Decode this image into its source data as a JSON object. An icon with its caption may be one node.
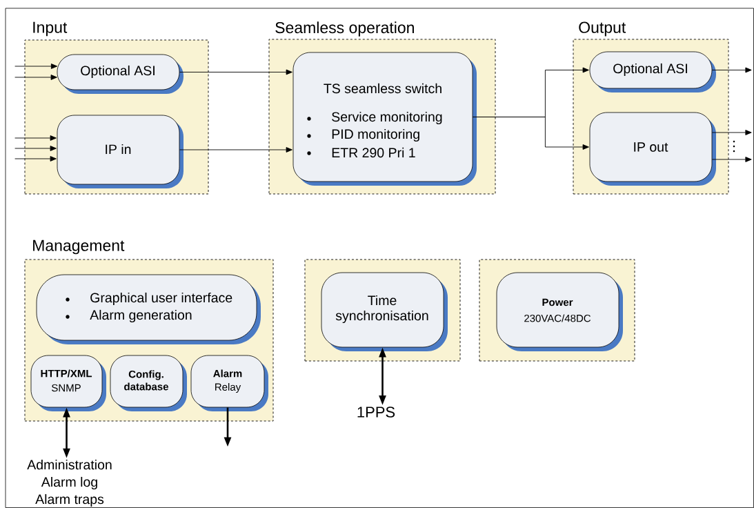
{
  "diagram": {
    "nodes": [
      {
        "text": [
          "Input"
        ]
      },
      {
        "text": [
          "Optional ASI"
        ],
        "in": 0
      },
      {
        "text": [
          "IP in"
        ],
        "in": 0
      },
      {
        "text": [
          "Seamless operation"
        ]
      },
      {
        "text": [
          "TS seamless switch",
          "Service monitoring",
          "PID monitoring",
          "ETR 290 Pri 1"
        ],
        "in": 3
      },
      {
        "text": [
          "Output"
        ]
      },
      {
        "text": [
          "Optional ASI"
        ],
        "in": 5
      },
      {
        "text": [
          "IP out"
        ],
        "in": 5
      },
      {
        "text": [
          "Management"
        ]
      },
      {
        "text": [
          "Graphical user interface",
          "Alarm generation"
        ],
        "in": 8
      },
      {
        "text": [
          "HTTP/XML",
          "SNMP"
        ],
        "in": 8
      },
      {
        "text": [
          "Config. database"
        ],
        "in": 8
      },
      {
        "text": [
          "Alarm",
          "Relay"
        ],
        "in": 8
      },
      {
        "text": [],
        "shape": "box"
      },
      {
        "text": [
          "Time synchronisation"
        ],
        "in": 13
      },
      {
        "text": [],
        "shape": "box"
      },
      {
        "text": [
          "Power",
          "230VAC/48DC"
        ],
        "in": 15
      },
      {
        "text": [
          "Administration",
          "Alarm log",
          "Alarm traps"
        ]
      },
      {
        "text": [
          "1PPS"
        ]
      }
    ],
    "edges": [
      {
        "from": null,
        "to": 1,
        "arrow": "to"
      },
      {
        "from": null,
        "to": 1,
        "arrow": "to"
      },
      {
        "from": null,
        "to": 2,
        "arrow": "to"
      },
      {
        "from": null,
        "to": 2,
        "arrow": "to"
      },
      {
        "from": null,
        "to": 2,
        "arrow": "to"
      },
      {
        "from": 1,
        "to": 4,
        "arrow": "to"
      },
      {
        "from": 2,
        "to": 4,
        "arrow": "to"
      },
      {
        "from": 4,
        "to": 6,
        "arrow": "to"
      },
      {
        "from": 4,
        "to": 7,
        "arrow": "to"
      },
      {
        "from": 6,
        "to": null,
        "arrow": "to"
      },
      {
        "from": 7,
        "to": null,
        "arrow": "to"
      },
      {
        "from": 7,
        "to": null,
        "arrow": "to"
      },
      {
        "from": 10,
        "to": 17,
        "arrow": "both",
        "style": "thick"
      },
      {
        "from": 12,
        "to": null,
        "arrow": "to",
        "style": "thick"
      },
      {
        "from": 14,
        "to": 18,
        "arrow": "both",
        "style": "thick"
      }
    ]
  }
}
